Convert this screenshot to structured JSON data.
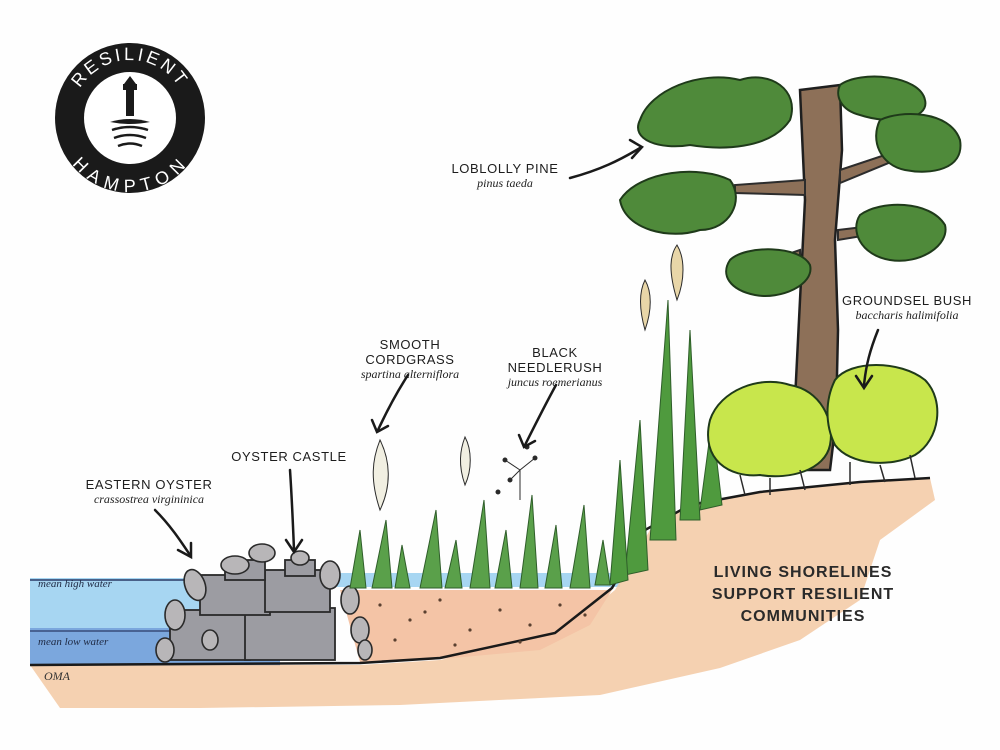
{
  "logo": {
    "top_text": "RESILIENT",
    "bottom_text": "HAMPTON"
  },
  "labels": {
    "loblolly": {
      "common": "LOBLOLLY PINE",
      "latin": "pinus taeda"
    },
    "groundsel": {
      "common": "GROUNDSEL BUSH",
      "latin": "baccharis halimifolia"
    },
    "cordgrass": {
      "common": "SMOOTH CORDGRASS",
      "latin": "spartina alterniflora"
    },
    "needlerush": {
      "common": "BLACK NEEDLERUSH",
      "latin": "juncus roemerianus"
    },
    "oyster_castle": {
      "common": "OYSTER CASTLE"
    },
    "eastern_oyster": {
      "common": "EASTERN OYSTER",
      "latin": "crassostrea virgininica"
    }
  },
  "water_levels": {
    "high": "mean high water",
    "low": "mean low water"
  },
  "headline": [
    "LIVING SHORELINES",
    "SUPPORT RESILIENT",
    "COMMUNITIES"
  ],
  "signature": "OMA",
  "colors": {
    "water_light": "#9fd0ef",
    "water_dark": "#6f9fd8",
    "sand": "#f2c8a4",
    "soil_edge": "#e9a66b",
    "tree_foliage": "#4f8a3a",
    "trunk": "#8a6d52",
    "shrub": "#c8e64c",
    "grass": "#5aa04a",
    "rock": "#9a9a9e"
  }
}
